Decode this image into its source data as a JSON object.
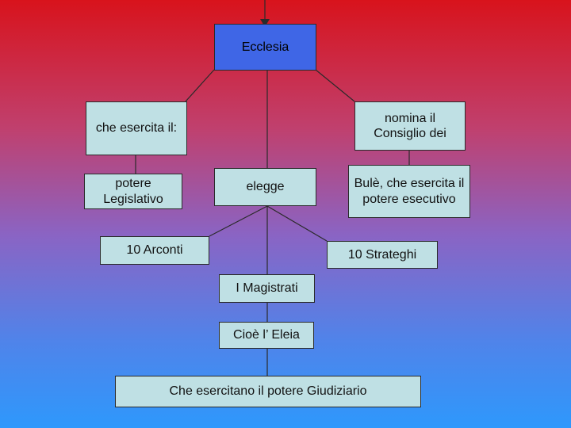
{
  "diagram": {
    "nodes": {
      "ecclesia": "Ecclesia",
      "che_esercita": "che esercita il:",
      "nomina": "nomina il Consiglio dei",
      "potere_legislativo": "potere Legislativo",
      "elegge": "elegge",
      "bule": "Bulè, che esercita il potere esecutivo",
      "arconti": "10 Arconti",
      "strateghi": "10 Strateghi",
      "magistrati": "I Magistrati",
      "eleia": "Cioè l’ Eleia",
      "giudiziario": "Che esercitano il potere Giudiziario"
    },
    "colors": {
      "box_fill": "#bfe0e4",
      "top_box_fill": "#3f66e6",
      "background_top": "#d8131c",
      "background_bottom": "#2e98fc"
    }
  }
}
